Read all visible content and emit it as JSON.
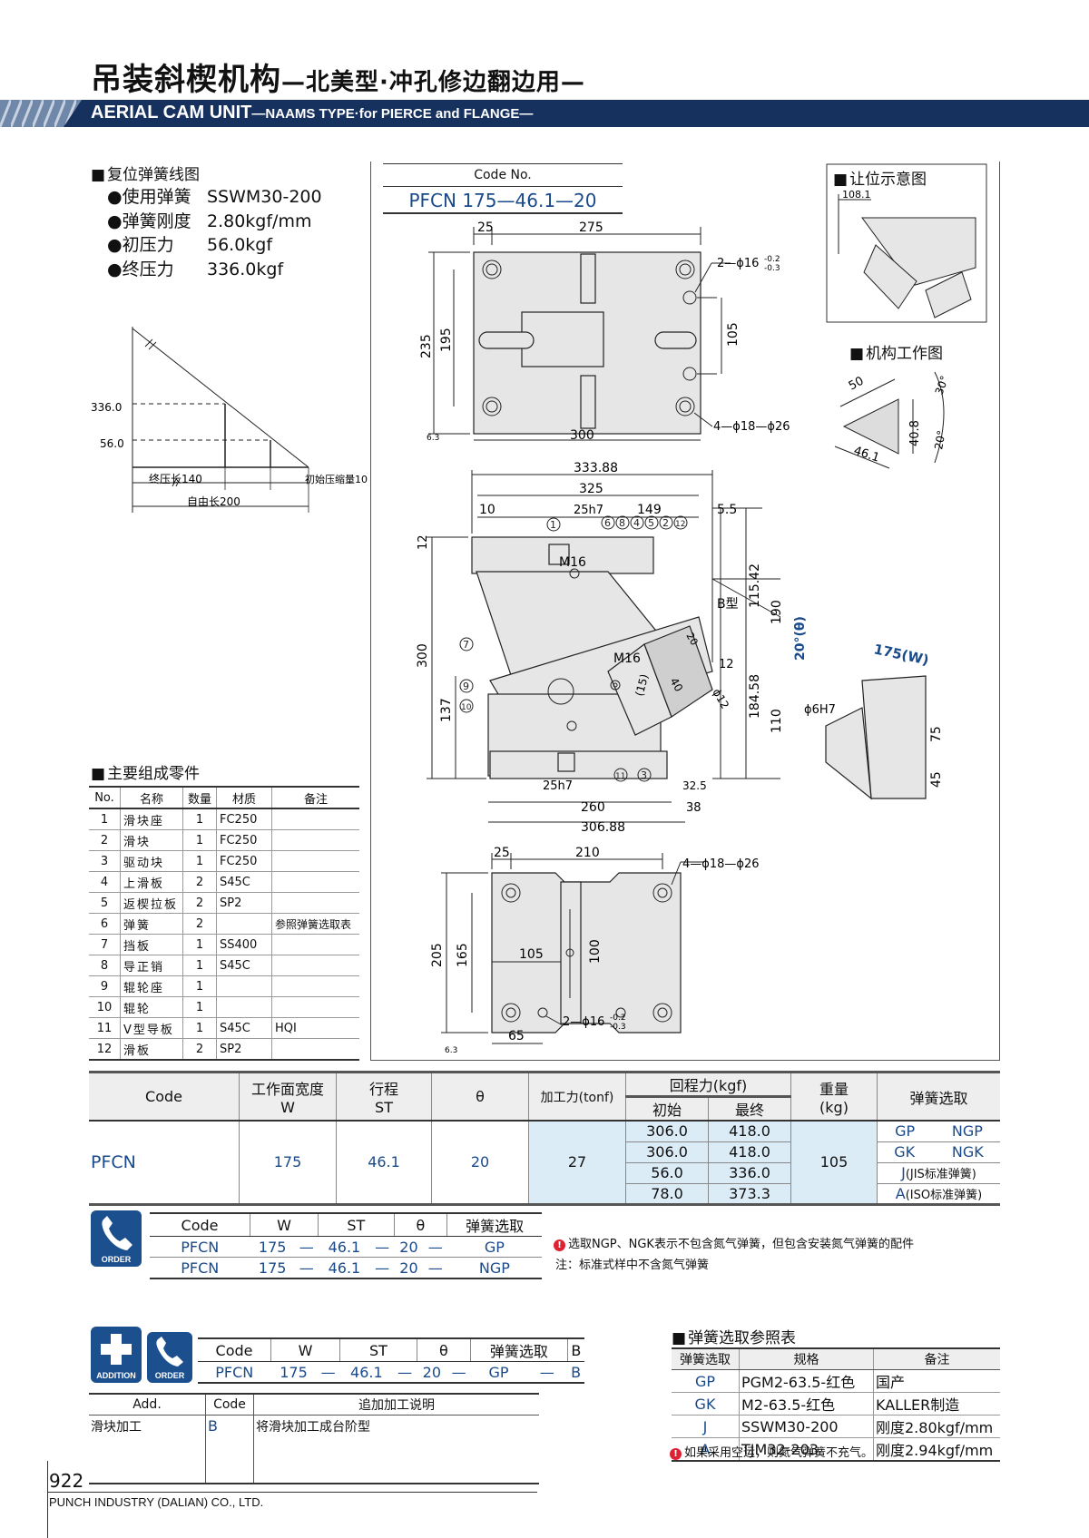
{
  "header": {
    "title_cn": "吊装斜楔机构",
    "title_cn_sub": "—北美型·冲孔修边翻边用—",
    "title_en": "AERIAL CAM UNIT",
    "title_en_sub": "—NAAMS TYPE·for PIERCE and FLANGE—"
  },
  "spring_chart": {
    "heading": "复位弹簧线图",
    "specs": [
      {
        "k": "使用弹簧",
        "v": "SSWM30-200"
      },
      {
        "k": "弹簧刚度",
        "v": "2.80kgf/mm"
      },
      {
        "k": "初压力",
        "v": "56.0kgf"
      },
      {
        "k": "终压力",
        "v": "336.0kgf"
      }
    ],
    "y_labels": [
      "336.0",
      "56.0"
    ],
    "dim_final": "终压长140",
    "dim_initial": "初始压缩量10",
    "dim_free": "自由长200"
  },
  "code_no": {
    "label": "Code No.",
    "value": "PFCN 175—46.1—20"
  },
  "clearance": {
    "heading": "让位示意图",
    "dim": "108.1"
  },
  "working": {
    "heading": "机构工作图",
    "dims": [
      "50",
      "40.8",
      "30°",
      "20°",
      "46.1"
    ]
  },
  "drawing": {
    "top_dims": [
      "25",
      "275",
      "2—ϕ16",
      "-0.2",
      "-0.3",
      "235",
      "195",
      "105",
      "300",
      "4—ϕ18—ϕ26",
      "6.3"
    ],
    "mid_dims": [
      "333.88",
      "325",
      "10",
      "25h7",
      "149",
      "5.5",
      "12",
      "M16",
      "B型",
      "115.42",
      "190",
      "20°(θ)",
      "175(W)",
      "M16",
      "12",
      "ϕ12",
      "(15)",
      "40",
      "20",
      "184.58",
      "110",
      "ϕ6H7",
      "75",
      "45",
      "300",
      "137",
      "25h7",
      "260",
      "32.5",
      "38",
      "306.88"
    ],
    "balloons_top": [
      "1",
      "6",
      "8",
      "4",
      "5",
      "2",
      "12"
    ],
    "balloons_left": [
      "7",
      "9",
      "10"
    ],
    "balloons_bottom": [
      "11",
      "3"
    ],
    "bot_dims": [
      "25",
      "210",
      "4—ϕ18—ϕ26",
      "205",
      "165",
      "105",
      "100",
      "2—ϕ16",
      "-0.2",
      "-0.3",
      "65",
      "6.3"
    ]
  },
  "parts": {
    "heading": "主要组成零件",
    "headers": [
      "No.",
      "名称",
      "数量",
      "材质",
      "备注"
    ],
    "rows": [
      [
        "1",
        "滑块座",
        "1",
        "FC250",
        ""
      ],
      [
        "2",
        "滑块",
        "1",
        "FC250",
        ""
      ],
      [
        "3",
        "驱动块",
        "1",
        "FC250",
        ""
      ],
      [
        "4",
        "上滑板",
        "2",
        "S45C",
        ""
      ],
      [
        "5",
        "返楔拉板",
        "2",
        "SP2",
        ""
      ],
      [
        "6",
        "弹簧",
        "2",
        "",
        "参照弹簧选取表"
      ],
      [
        "7",
        "挡板",
        "1",
        "SS400",
        ""
      ],
      [
        "8",
        "导正销",
        "1",
        "S45C",
        ""
      ],
      [
        "9",
        "辊轮座",
        "1",
        "",
        ""
      ],
      [
        "10",
        "辊轮",
        "1",
        "",
        ""
      ],
      [
        "11",
        "V型导板",
        "1",
        "S45C",
        "HQI"
      ],
      [
        "12",
        "滑板",
        "2",
        "SP2",
        ""
      ]
    ]
  },
  "spec_table": {
    "h_code": "Code",
    "h_w": "工作面宽度",
    "h_w2": "W",
    "h_st": "行程",
    "h_st2": "ST",
    "h_theta": "θ",
    "h_force": "加工力(tonf)",
    "h_return": "回程力(kgf)",
    "h_init": "初始",
    "h_final": "最终",
    "h_weight": "重量",
    "h_weight2": "(kg)",
    "h_spring": "弹簧选取",
    "code": "PFCN",
    "w": "175",
    "st": "46.1",
    "theta": "20",
    "force": "27",
    "weight": "105",
    "rows": [
      {
        "init": "306.0",
        "final": "418.0",
        "s1": "GP",
        "s2": "NGP"
      },
      {
        "init": "306.0",
        "final": "418.0",
        "s1": "GK",
        "s2": "NGK"
      },
      {
        "init": "56.0",
        "final": "336.0",
        "s1": "J",
        "s2": "(JIS标准弹簧)"
      },
      {
        "init": "78.0",
        "final": "373.3",
        "s1": "A",
        "s2": "(ISO标准弹簧)"
      }
    ]
  },
  "order": {
    "icon": "ORDER",
    "headers": [
      "Code",
      "W",
      "ST",
      "θ",
      "弹簧选取"
    ],
    "rows": [
      [
        "PFCN",
        "175",
        "—",
        "46.1",
        "—",
        "20",
        "—",
        "GP"
      ],
      [
        "PFCN",
        "175",
        "—",
        "46.1",
        "—",
        "20",
        "—",
        "NGP"
      ]
    ],
    "note1": "选取NGP、NGK表示不包含氮气弹簧，但包含安装氮气弹簧的配件",
    "note2": "注：标准式样中不含氮气弹簧"
  },
  "addition": {
    "icon1": "ADDITION",
    "icon2": "ORDER",
    "headers": [
      "Code",
      "W",
      "ST",
      "θ",
      "弹簧选取",
      "B"
    ],
    "row": [
      "PFCN",
      "175",
      "—",
      "46.1",
      "—",
      "20",
      "—",
      "GP",
      "—",
      "B"
    ],
    "tbl_headers": [
      "Add.",
      "Code",
      "追加加工说明"
    ],
    "tbl_row": [
      "滑块加工",
      "B",
      "将滑块加工成台阶型"
    ]
  },
  "spring_ref": {
    "heading": "弹簧选取参照表",
    "headers": [
      "弹簧选取",
      "规格",
      "备注"
    ],
    "rows": [
      [
        "GP",
        "PGM2-63.5-红色",
        "国产"
      ],
      [
        "GK",
        "M2-63.5-红色",
        "KALLER制造"
      ],
      [
        "J",
        "SSWM30-200",
        "刚度2.80kgf/mm"
      ],
      [
        "A",
        "TJM32-203",
        "刚度2.94kgf/mm"
      ]
    ],
    "note": "如果采用空运，则氮气弹簧不充气。"
  },
  "footer": {
    "page": "922",
    "company": "PUNCH INDUSTRY (DALIAN) CO., LTD."
  }
}
